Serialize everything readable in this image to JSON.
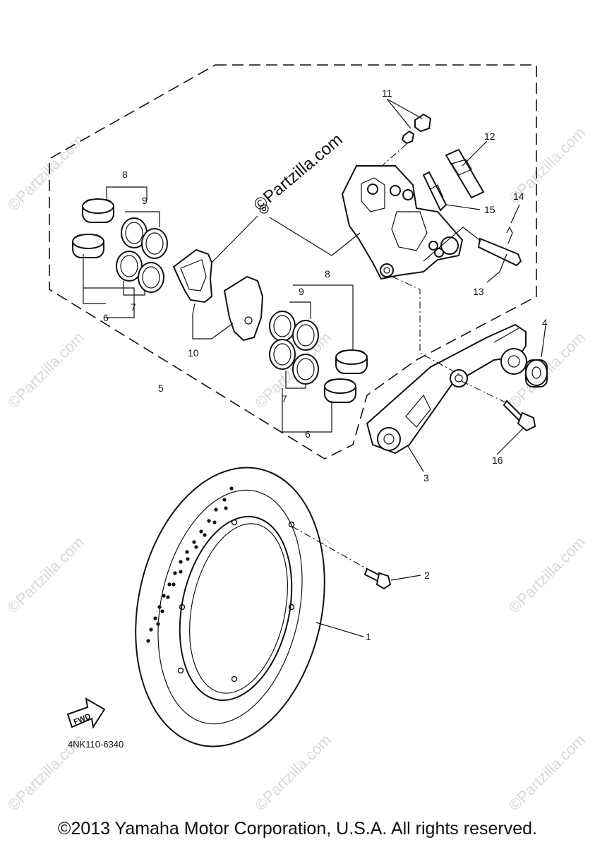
{
  "watermark": "©Partzilla.com",
  "brand": "©Partzilla.com",
  "fwd_label": "FWD",
  "diagram_code": "4NK110-6340",
  "copyright": "©2013 Yamaha Motor Corporation, U.S.A. All rights reserved.",
  "callouts": {
    "c1": "1",
    "c2": "2",
    "c3": "3",
    "c4": "4",
    "c5": "5",
    "c6a": "6",
    "c6b": "6",
    "c7a": "7",
    "c7b": "7",
    "c8a": "8",
    "c8b": "8",
    "c9a": "9",
    "c9b": "9",
    "c10": "10",
    "c11": "11",
    "c12": "12",
    "c13": "13",
    "c14": "14",
    "c15": "15",
    "c16": "16"
  }
}
